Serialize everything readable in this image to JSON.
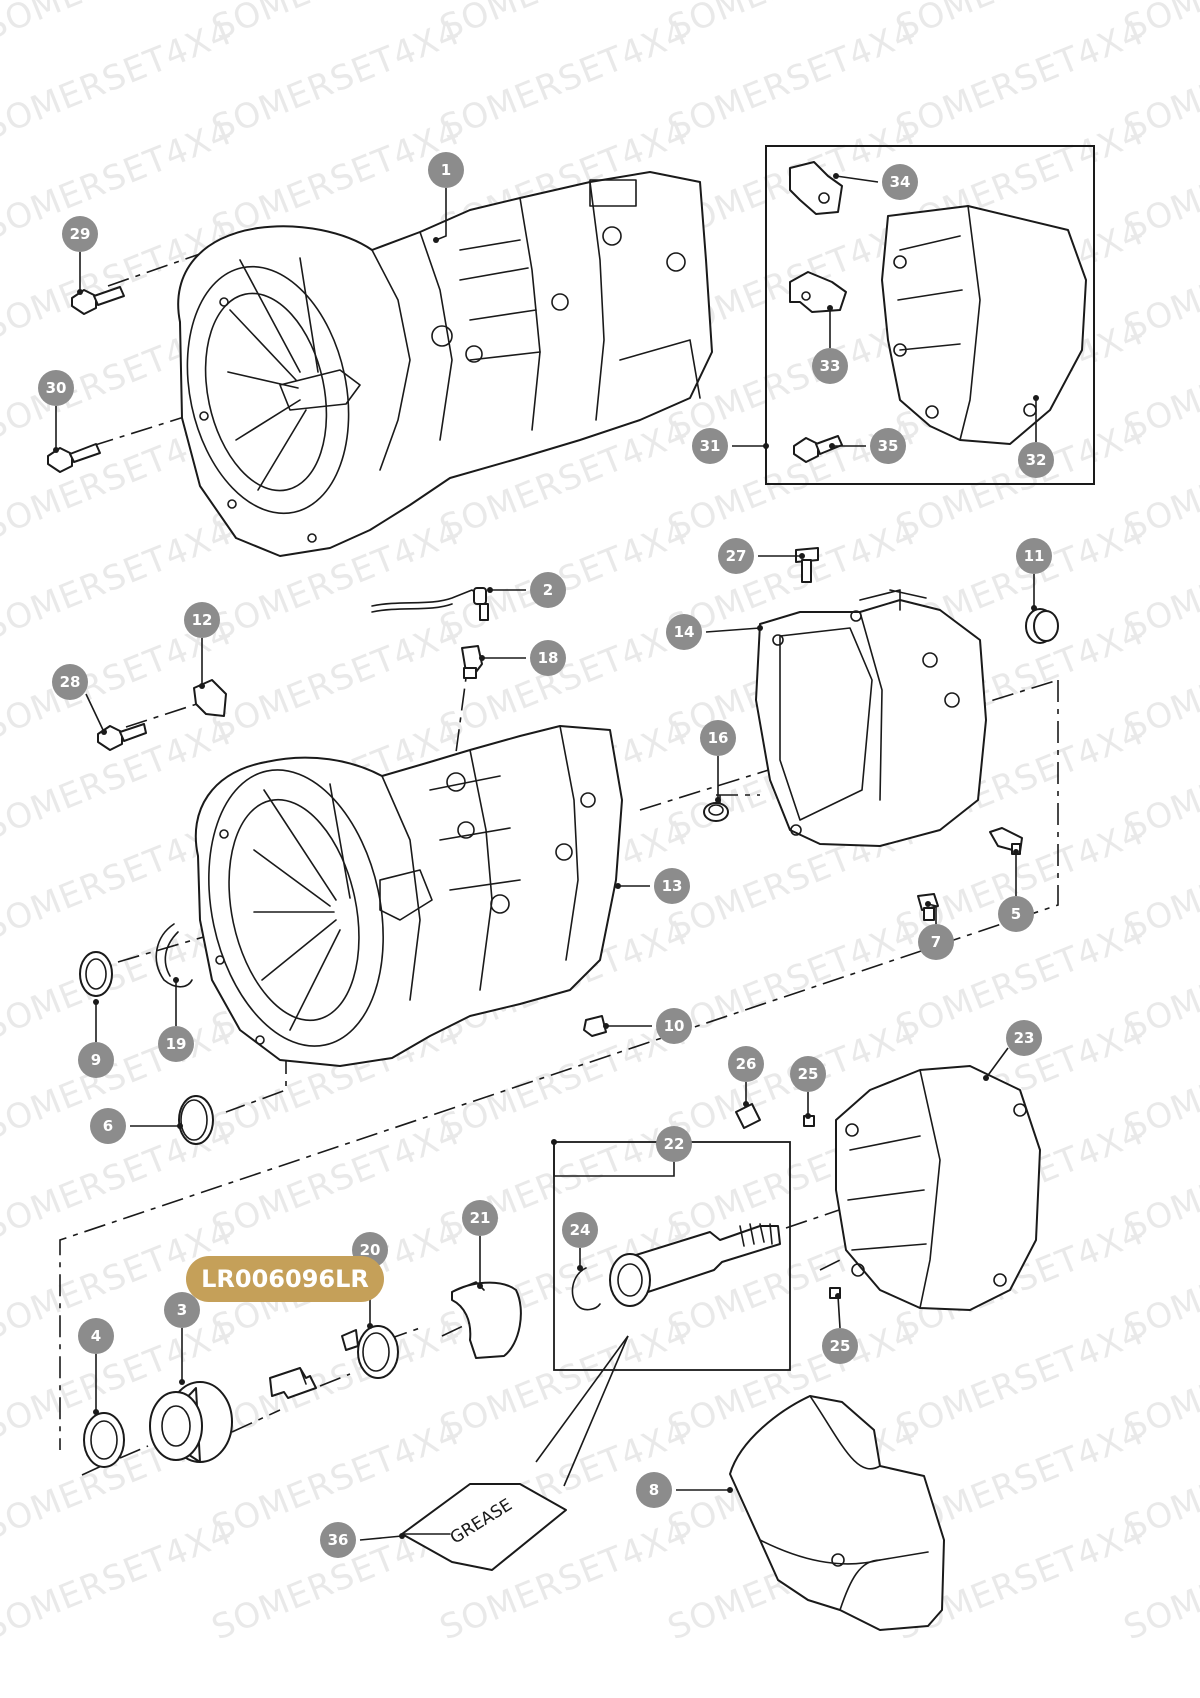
{
  "watermark": "SOMERSET4X4",
  "highlight_part_number": "LR006096LR",
  "accent_color": "#c5a059",
  "callout_color": "#8c8c8c",
  "grease_label": "GREASE",
  "callouts": [
    "1",
    "2",
    "3",
    "4",
    "5",
    "6",
    "7",
    "8",
    "9",
    "10",
    "11",
    "12",
    "13",
    "14",
    "16",
    "18",
    "19",
    "20",
    "21",
    "22",
    "23",
    "24",
    "25",
    "25",
    "26",
    "27",
    "28",
    "29",
    "30",
    "31",
    "32",
    "33",
    "34",
    "35",
    "36"
  ]
}
